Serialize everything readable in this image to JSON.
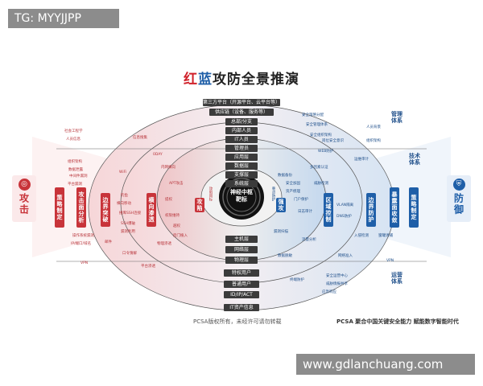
{
  "title": {
    "red": "红",
    "blue": "蓝",
    "rest": "攻防全景推演"
  },
  "watermark_tl": "TG: MYYJJPP",
  "watermark_br": "www.gdlanchuang.com",
  "center": {
    "line1": "神经中枢",
    "line2": "靶标",
    "left_ring": "攻陷目标",
    "right_ring": "重点防护"
  },
  "layers_top": [
    "第三方平台（开源平台、云平台等）",
    "供应链（设备、服务等）",
    "总部/分支",
    "内部人员",
    "IT人员",
    "管理员",
    "应用层",
    "数据层",
    "支撑层",
    "系统层"
  ],
  "layers_bottom": [
    "主机层",
    "网络层",
    "物理层",
    "特权用户",
    "普通用户",
    "ID/IP/ACT",
    "IT资产信息"
  ],
  "attack": {
    "label": "攻击",
    "steps": [
      "策略制定",
      "攻击面分析",
      "边界突破",
      "横向渗透",
      "攻陷"
    ]
  },
  "defense": {
    "label": "防御",
    "steps": [
      "强攻",
      "区域控制",
      "边界防护",
      "暴露面收敛",
      "策略制定"
    ]
  },
  "systems": [
    "管理体系",
    "技术体系",
    "运营体系"
  ],
  "attack_items": [
    "社会工程学",
    "人员信息",
    "组织架构",
    "数据泄露",
    "中间件漏洞",
    "平台漏洞",
    "IP/端口/域名",
    "VPN",
    "操作系统漏洞",
    "钓鱼",
    "横向移动",
    "0DAY",
    "APT攻击",
    "SSH爆破",
    "口令猜解",
    "漏洞利用",
    "提权",
    "权限维持",
    "WiFi",
    "邮件",
    "撞库SSH连接",
    "平台渗透",
    "物理渗透",
    "越权",
    "内网横向",
    "后门植入",
    "信息搜集"
  ],
  "defense_items": [
    "安全策略分配",
    "安全管理体系",
    "安全组织架构",
    "岗位安全意识",
    "人员背景",
    "组织架构",
    "WEB防护",
    "数据备份",
    "安全加固",
    "资产梳理",
    "门户保护",
    "日志审计",
    "多因素认证",
    "威胁检测",
    "VLAN隔离",
    "DNS防护",
    "流量分析",
    "安全运营中心",
    "威胁情报共享",
    "应急响应",
    "数据脱敏",
    "漏洞扫描",
    "运维审计",
    "VPN",
    "入侵检测",
    "终端防护",
    "网络准入",
    "蜜罐诱捕"
  ],
  "captions": {
    "copyright": "PCSA版权所有，未经许可请勿转载",
    "slogan": "PCSA 聚合中国关键安全能力  赋能数字智能时代"
  },
  "colors": {
    "attack": "#c8343a",
    "defense": "#1f5fa8",
    "layer": "#3b3b3b"
  }
}
